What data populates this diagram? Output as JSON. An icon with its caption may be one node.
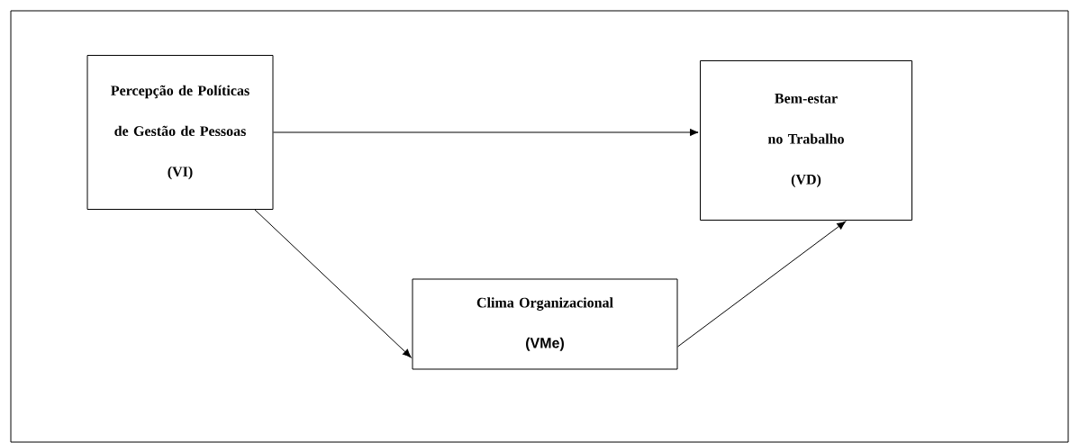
{
  "diagram": {
    "nodes": [
      {
        "text": [
          "Percepção de Políticas de Gestão de Pessoas",
          "(VI)"
        ]
      },
      {
        "text": [
          "Bem-estar no Trabalho",
          "(VD)"
        ]
      },
      {
        "text": [
          "Clima Organizacional",
          "(VMe)"
        ]
      }
    ],
    "edges": [
      {
        "from": 0,
        "to": 1,
        "arrow": "to"
      },
      {
        "from": 0,
        "to": 2,
        "arrow": "to"
      },
      {
        "from": 2,
        "to": 1,
        "arrow": "to"
      }
    ]
  }
}
